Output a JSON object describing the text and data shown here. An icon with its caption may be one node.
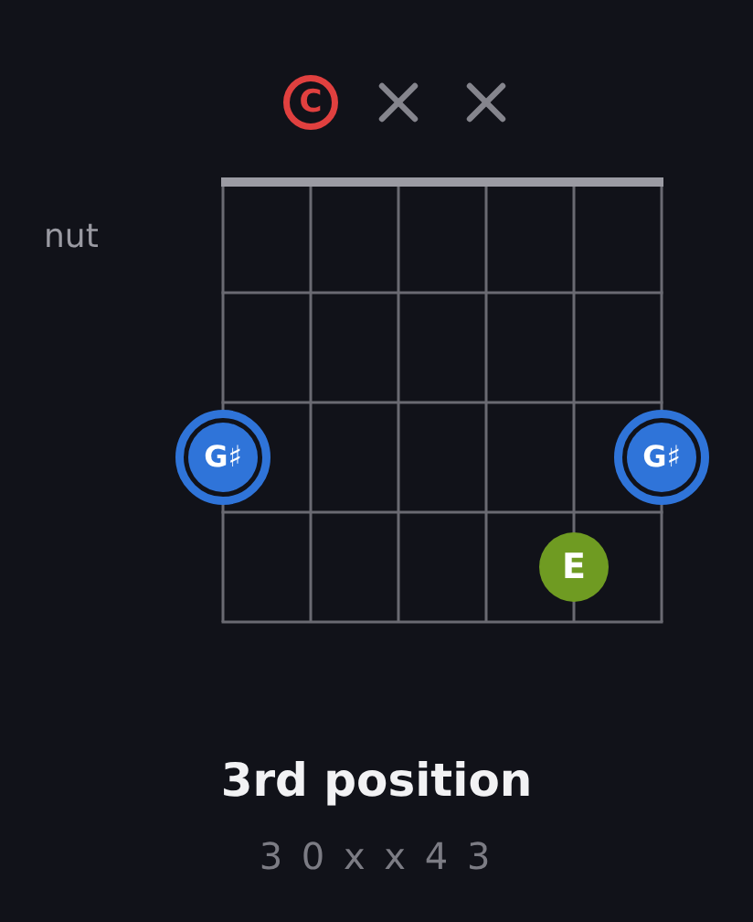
{
  "diagram": {
    "title": "3rd position",
    "nodes": [
      {
        "text": [
          "C"
        ]
      },
      {
        "text": [],
        "shape": "cross"
      },
      {
        "text": [],
        "shape": "cross"
      },
      {
        "text": [
          "G♯"
        ]
      },
      {
        "text": [
          "G♯"
        ]
      },
      {
        "text": [
          "E"
        ]
      }
    ],
    "labels": [
      "nut",
      "3 0 x x 4 3"
    ]
  }
}
